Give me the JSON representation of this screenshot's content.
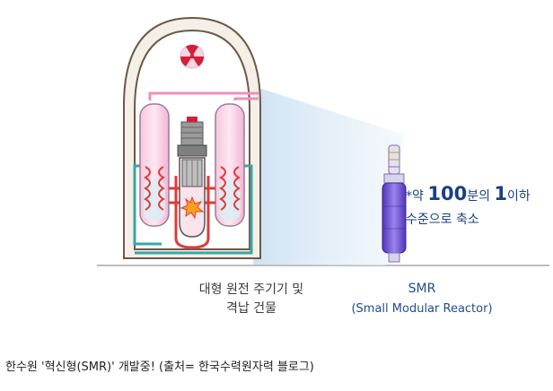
{
  "diagram": {
    "large_reactor_label_line1": "대형 원전 주기기 및",
    "large_reactor_label_line2": "격납 건물",
    "smr_label": "SMR",
    "smr_sublabel": "(Small Modular Reactor)",
    "note_prefix": "*약 ",
    "note_number_1": "100",
    "note_mid": "분의 ",
    "note_number_2": "1",
    "note_suffix": "이하",
    "note_line2": "수준으로 축소",
    "radiation_icon": "radiation-icon",
    "colors": {
      "dome_fill": "#f4efe7",
      "dome_outline": "#6b5a48",
      "vessel_pink": "#f3b8d7",
      "pipe_red": "#e03a3a",
      "pipe_teal": "#3aa6a3",
      "pipe_pink": "#ee8fbd",
      "smr_purple": "#6a4fd0",
      "text_blue": "#1b3f80"
    }
  },
  "caption": "한수원 '혁신형(SMR)' 개발중! (출처= 한국수력원자력 블로그)"
}
